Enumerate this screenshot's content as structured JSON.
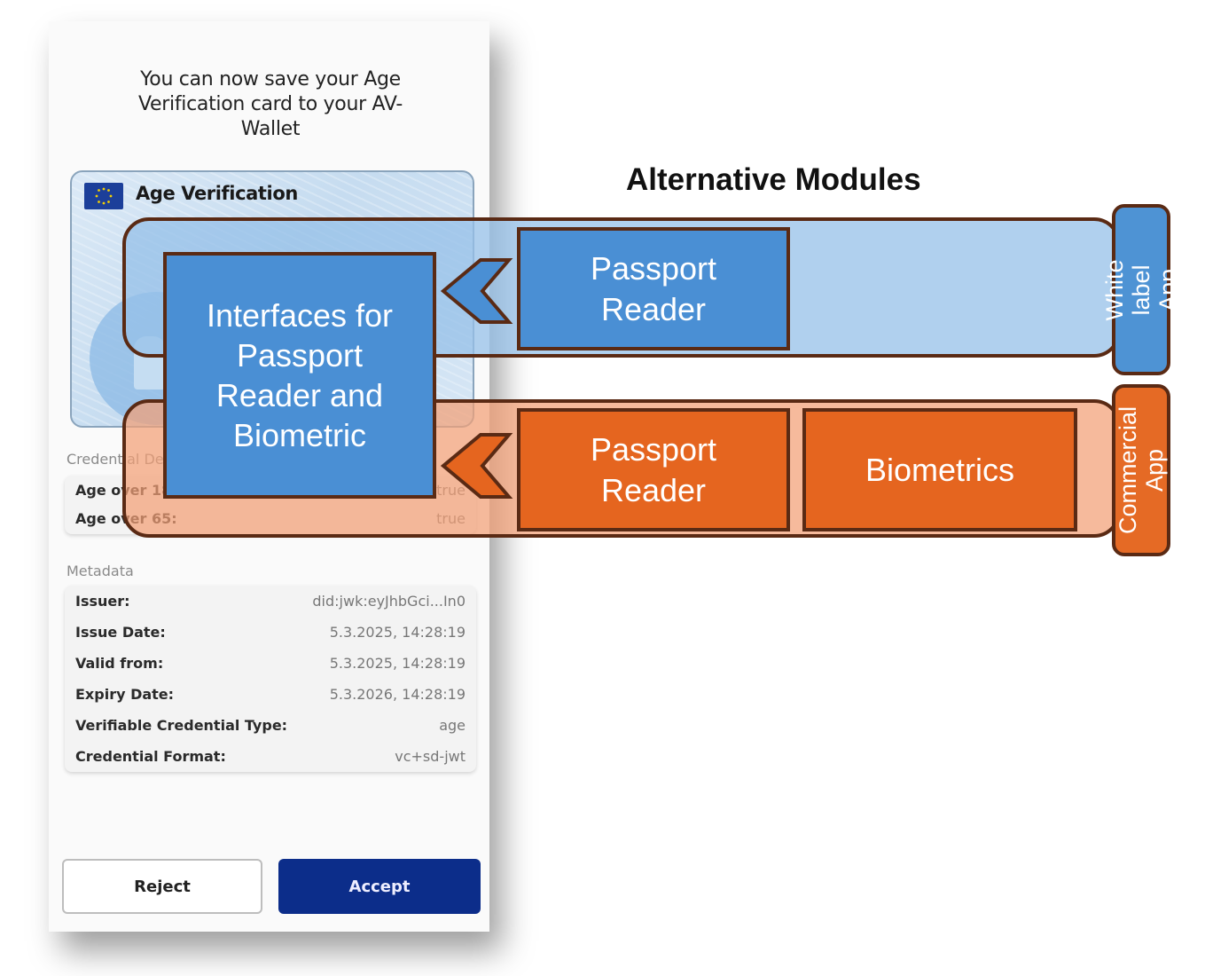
{
  "phone": {
    "title": "You can now save your Age Verification card to your AV-Wallet",
    "card": {
      "title": "Age Verification",
      "flag_icon": "eu-flag-icon"
    },
    "credential_section": {
      "label": "Credential Details",
      "rows": [
        {
          "key": "Age over 18:",
          "value": "true"
        },
        {
          "key": "Age over 65:",
          "value": "true"
        }
      ]
    },
    "metadata_section": {
      "label": "Metadata",
      "rows": [
        {
          "key": "Issuer:",
          "value": "did:jwk:eyJhbGci...In0"
        },
        {
          "key": "Issue Date:",
          "value": "5.3.2025, 14:28:19"
        },
        {
          "key": "Valid from:",
          "value": "5.3.2025, 14:28:19"
        },
        {
          "key": "Expiry Date:",
          "value": "5.3.2026, 14:28:19"
        },
        {
          "key": "Verifiable Credential Type:",
          "value": "age"
        },
        {
          "key": "Credential Format:",
          "value": "vc+sd-jwt"
        }
      ]
    },
    "buttons": {
      "reject": "Reject",
      "accept": "Accept"
    }
  },
  "diagram": {
    "title": "Alternative Modules",
    "interfaces_box": "Interfaces for\nPassport\nReader and\nBiometric",
    "white_label_row": {
      "tag": "White label\nApp",
      "modules": [
        "Passport\nReader"
      ]
    },
    "commercial_row": {
      "tag": "Commercial\nApp",
      "modules": [
        "Passport\nReader",
        "Biometrics"
      ]
    },
    "colors": {
      "blue_fill": "#4a8fd4",
      "blue_band": "#96c0e8",
      "orange_fill": "#e5651f",
      "orange_band": "#f3a076",
      "border": "#5a2a14",
      "accept_button": "#0c2d8a"
    }
  }
}
